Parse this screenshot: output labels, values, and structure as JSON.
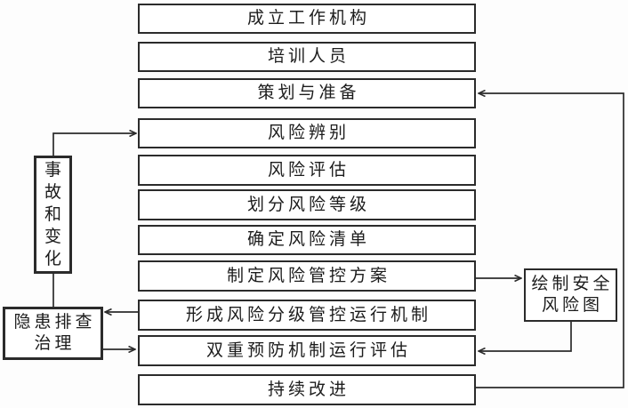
{
  "diagram": {
    "type": "flowchart",
    "background_color": "#fdfdfd",
    "line_color": "#2b2b2b",
    "text_color": "#1c1c1c",
    "flow": {
      "steps": [
        {
          "label": "成立工作机构"
        },
        {
          "label": "培训人员"
        },
        {
          "label": "策划与准备"
        },
        {
          "label": "风险辨别"
        },
        {
          "label": "风险评估"
        },
        {
          "label": "划分风险等级"
        },
        {
          "label": "确定风险清单"
        },
        {
          "label": "制定风险管控方案"
        },
        {
          "label": "形成风险分级管控运行机制"
        },
        {
          "label": "双重预防机制运行评估"
        },
        {
          "label": "持续改进"
        }
      ]
    },
    "side": {
      "accident": {
        "label": "事故和变化",
        "orientation": "vertical"
      },
      "hazard": {
        "label": "隐患排查治理",
        "lines": [
          "隐患排查",
          "治理"
        ]
      },
      "riskmap": {
        "label": "绘制安全风险图",
        "lines": [
          "绘制安全",
          "风险图"
        ]
      }
    },
    "connections": [
      {
        "from": "事故和变化",
        "to": "风险辨别",
        "arrow": true
      },
      {
        "from": "事故和变化",
        "to": "隐患排查治理",
        "arrow": false
      },
      {
        "from": "形成风险分级管控运行机制",
        "to": "隐患排查治理",
        "arrow": true
      },
      {
        "from": "隐患排查治理",
        "to": "双重预防机制运行评估",
        "arrow": true
      },
      {
        "from": "制定风险管控方案",
        "to": "绘制安全风险图",
        "arrow": true
      },
      {
        "from": "绘制安全风险图",
        "to": "双重预防机制运行评估",
        "arrow": true
      },
      {
        "from": "持续改进",
        "to": "策划与准备",
        "arrow": true
      }
    ]
  }
}
